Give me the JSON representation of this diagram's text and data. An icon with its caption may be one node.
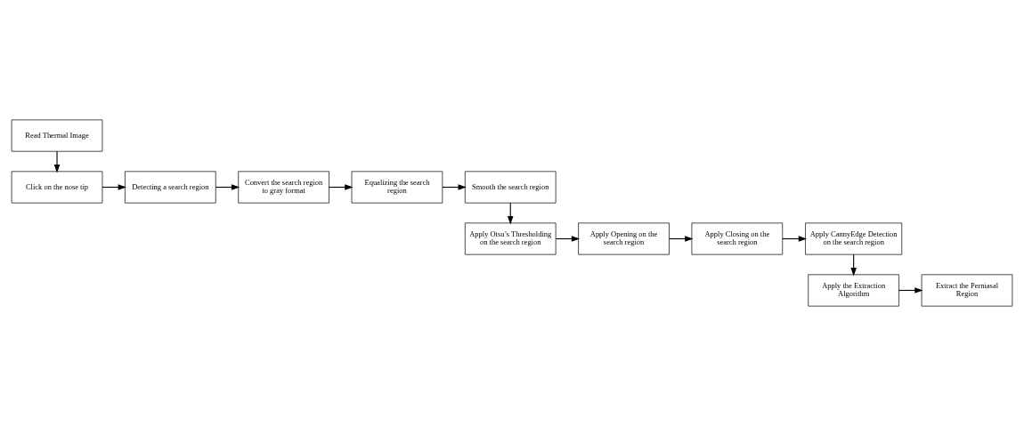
{
  "diagram": {
    "nodes": [
      {
        "text": [
          "Read Thermal Image"
        ]
      },
      {
        "text": [
          "Click on the nose tip"
        ]
      },
      {
        "text": [
          "Detecting a search region"
        ]
      },
      {
        "text": [
          "Convert the search region to gray format"
        ]
      },
      {
        "text": [
          "Equalizing the search region"
        ]
      },
      {
        "text": [
          "Smooth the search region"
        ]
      },
      {
        "text": [
          "Apply Otsu’s Thresholding on the search region"
        ]
      },
      {
        "text": [
          "Apply Opening on the search region"
        ]
      },
      {
        "text": [
          "Apply Closing on the search region"
        ]
      },
      {
        "text": [
          "Apply CannyEdge Detection on the search region"
        ]
      },
      {
        "text": [
          "Apply the Extraction Algorithm"
        ]
      },
      {
        "text": [
          "Extract the Perniasal Region"
        ]
      }
    ],
    "edges": [
      {
        "from": 0,
        "to": 1,
        "arrow": "to"
      },
      {
        "from": 1,
        "to": 2,
        "arrow": "to"
      },
      {
        "from": 2,
        "to": 3,
        "arrow": "to"
      },
      {
        "from": 3,
        "to": 4,
        "arrow": "to"
      },
      {
        "from": 4,
        "to": 5,
        "arrow": "to"
      },
      {
        "from": 5,
        "to": 6,
        "arrow": "to"
      },
      {
        "from": 6,
        "to": 7,
        "arrow": "to"
      },
      {
        "from": 7,
        "to": 8,
        "arrow": "to"
      },
      {
        "from": 8,
        "to": 9,
        "arrow": "to"
      },
      {
        "from": 9,
        "to": 10,
        "arrow": "to"
      },
      {
        "from": 10,
        "to": 11,
        "arrow": "to"
      }
    ]
  }
}
